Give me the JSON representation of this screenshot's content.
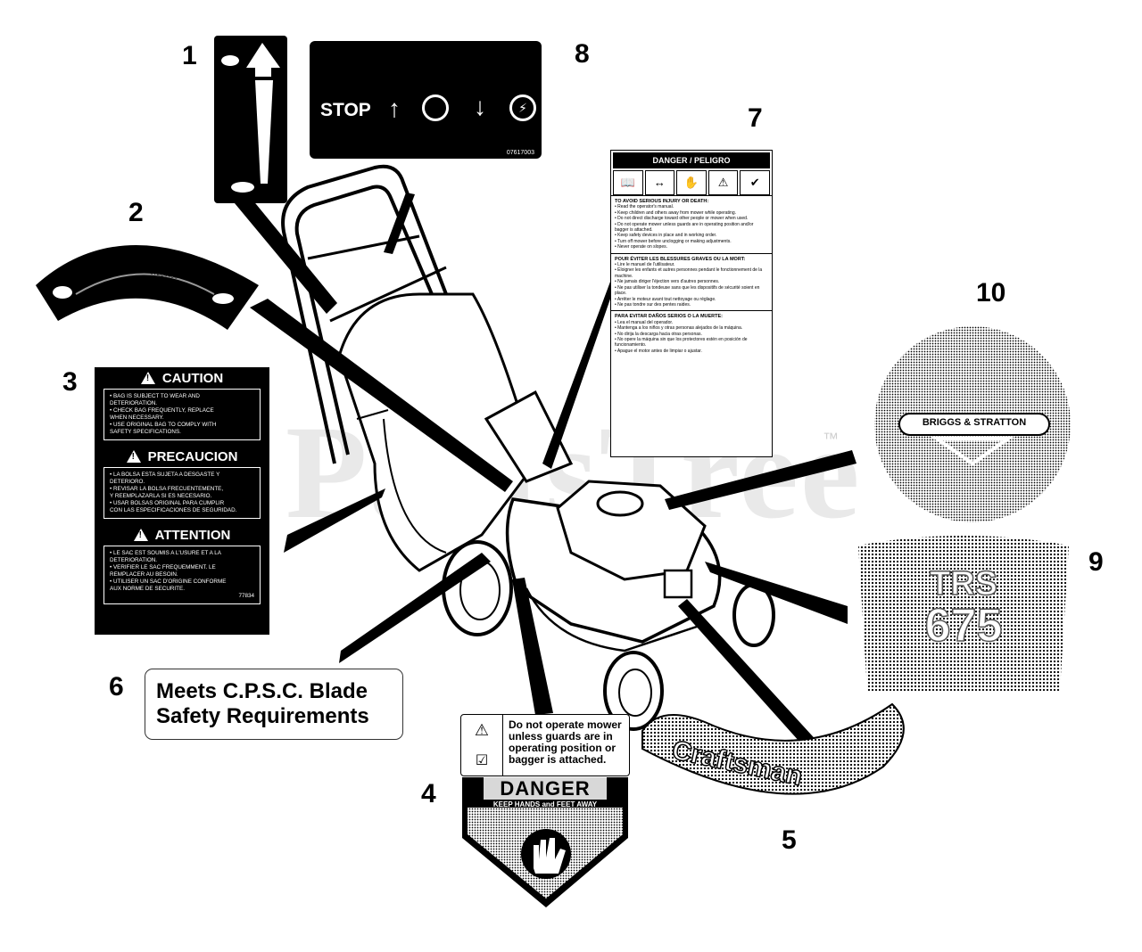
{
  "watermark": "PartsTree",
  "watermark_mark": "™",
  "callouts": [
    "1",
    "2",
    "3",
    "4",
    "5",
    "6",
    "7",
    "8",
    "9",
    "10"
  ],
  "decal_8": {
    "stop_label": "STOP",
    "part_number": "07617003"
  },
  "decal_2": {
    "part_number": "07204406"
  },
  "decal_3": {
    "caution_title": "CAUTION",
    "caution_lines": [
      "• BAG IS SUBJECT TO WEAR AND",
      "  DETERIORATION.",
      "• CHECK BAG FREQUENTLY, REPLACE",
      "  WHEN NECESSARY.",
      "• USE ORIGINAL BAG TO COMPLY WITH",
      "  SAFETY SPECIFICATIONS."
    ],
    "precaucion_title": "PRECAUCION",
    "precaucion_lines": [
      "• LA BOLSA ESTA SUJETA A DESGASTE Y",
      "  DETERIORO.",
      "• REVISAR LA BOLSA FRECUENTEMENTE,",
      "  Y REEMPLAZARLA SI ES NECESARIO.",
      "• USAR BOLSAS ORIGINAL PARA CUMPLIR",
      "  CON LAS ESPECIFICACIONES DE SEGURIDAD."
    ],
    "attention_title": "ATTENTION",
    "attention_lines": [
      "• LE SAC EST SOUMIS A L'USURE ET A LA",
      "  DETERIORATION.",
      "• VERIFIER LE SAC FREQUEMMENT. LE",
      "  REMPLACER AU BESOIN.",
      "• UTILISER UN SAC D'ORIGINE CONFORME",
      "  AUX NORME DE SECURITE."
    ],
    "part_number": "77834"
  },
  "decal_6": {
    "line1": "Meets C.P.S.C. Blade",
    "line2": "Safety Requirements"
  },
  "decal_7": {
    "header": "DANGER / PELIGRO",
    "icons": [
      "📖",
      "↔",
      "✋",
      "⚠",
      "✔"
    ],
    "sec1_title": "TO AVOID SERIOUS INJURY OR DEATH:",
    "sec1_lines": [
      "• Read the operator's manual.",
      "• Keep children and others away from mower while operating.",
      "• Do not direct discharge toward other people or mower when used.",
      "• Do not operate mower unless guards are in operating position and/or bagger is attached.",
      "• Keep safety devices in place and in working order.",
      "• Turn off mower before unclogging or making adjustments.",
      "• Never operate on slopes."
    ],
    "sec2_title": "POUR ÉVITER LES BLESSURES GRAVES OU LA MORT:",
    "sec2_lines": [
      "• Lire le manuel de l'utilisateur.",
      "• Éloigner les enfants et autres personnes pendant le fonctionnement de la machine.",
      "• Ne jamais diriger l'éjection vers d'autres personnes.",
      "• Ne pas utiliser la tondeuse sans que les dispositifs de sécurité soient en place.",
      "• Arrêter le moteur avant tout nettoyage ou réglage.",
      "• Ne pas tondre sur des pentes raides."
    ],
    "sec3_title": "PARA EVITAR DAÑOS SERIOS O LA MUERTE:",
    "sec3_lines": [
      "• Lea el manual del operador.",
      "• Mantenga a los niños y otras personas alejados de la máquina.",
      "• No dirija la descarga hacia otras personas.",
      "• No opere la máquina sin que los protectores estén en posición de funcionamiento.",
      "• Apague el motor antes de limpiar o ajustar."
    ]
  },
  "decal_4": {
    "notice": "Do not operate mower unless guards are in operating position or bagger is attached.",
    "danger_title": "DANGER",
    "danger_subtitle": "KEEP HANDS and FEET AWAY"
  },
  "decal_5": {
    "brand_text": "Craftsman"
  },
  "decal_10": {
    "brand_text": "BRIGGS & STRATTON"
  },
  "decal_9": {
    "text_line1": "TRS",
    "text_line2": "675"
  }
}
